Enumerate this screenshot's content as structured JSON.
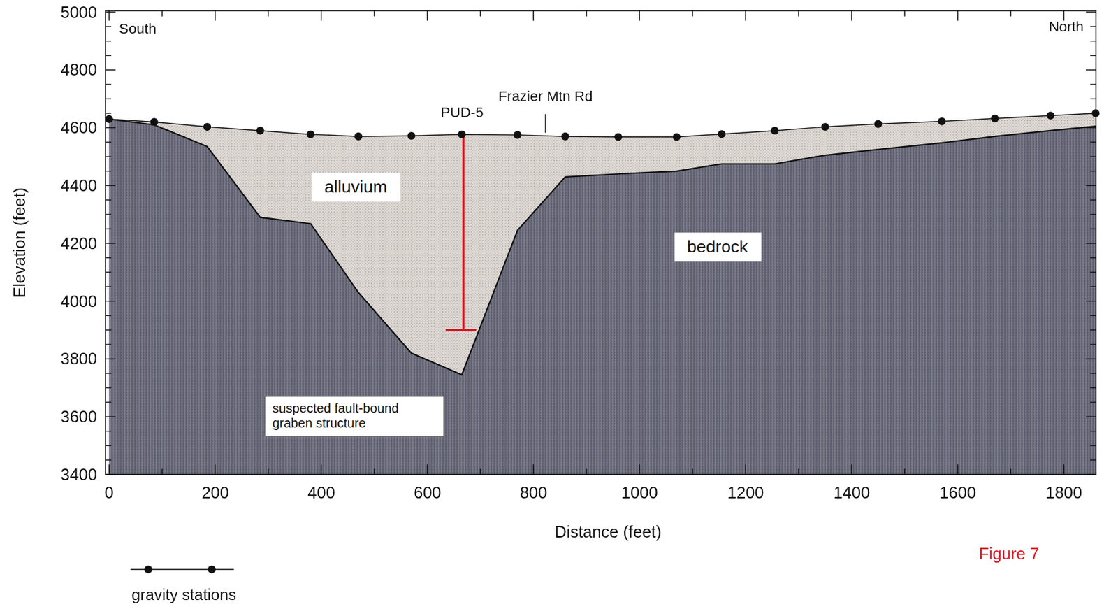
{
  "diagram": {
    "nodes": [
      {
        "text": [
          "alluvium"
        ]
      },
      {
        "text": [
          "bedrock"
        ]
      },
      {
        "text": [
          "suspected fault-bound graben structure"
        ]
      }
    ],
    "labels": [
      "South",
      "North",
      "PUD-5",
      "Frazier Mtn Rd",
      "5000",
      "4800",
      "4600",
      "4400",
      "4200",
      "4000",
      "3800",
      "3600",
      "3400",
      "0",
      "200",
      "400",
      "600",
      "800",
      "1000",
      "1200",
      "1400",
      "1600",
      "1800",
      "Elevation (feet)",
      "Distance (feet)",
      "Figure 7"
    ],
    "legend": [
      {
        "text": "gravity stations"
      }
    ]
  }
}
